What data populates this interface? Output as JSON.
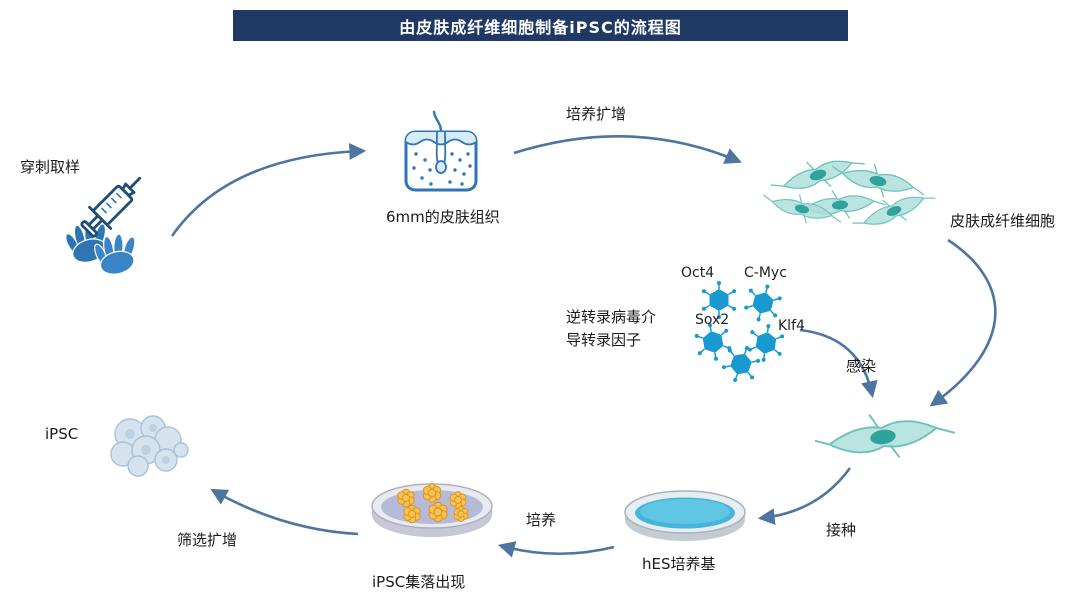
{
  "title": "由皮肤成纤维细胞制备iPSC的流程图",
  "nodes": {
    "sampling": {
      "label": "穿刺取样"
    },
    "skin_tissue": {
      "label": "6mm的皮肤组织"
    },
    "fibroblasts": {
      "label": "皮肤成纤维细胞"
    },
    "transcription_factors": {
      "label_line1": "逆转录病毒介",
      "label_line2": "导转录因子",
      "factors": [
        "Oct4",
        "C-Myc",
        "Sox2",
        "Klf4"
      ]
    },
    "hes_medium": {
      "label": "hES培养基"
    },
    "ipsc_colonies": {
      "label": "iPSC集落出现"
    },
    "ipsc": {
      "label": "iPSC"
    }
  },
  "edges": {
    "expand": {
      "label": "培养扩增"
    },
    "infect": {
      "label": "感染"
    },
    "seed": {
      "label": "接种"
    },
    "culture": {
      "label": "培养"
    },
    "screen": {
      "label": "筛选扩增"
    }
  },
  "colors": {
    "title_bg": "#1f3864",
    "title_text": "#ffffff",
    "arrow": "#4e74a0",
    "outline_blue": "#2e75b6",
    "virus_blue": "#1899d0",
    "cell_fill": "#aaded9",
    "cell_nucleus": "#2fa39b",
    "medium_blue": "#46b5da",
    "colony_yellow": "#f5c54b",
    "ipsc_fill": "#d6e3ee"
  }
}
